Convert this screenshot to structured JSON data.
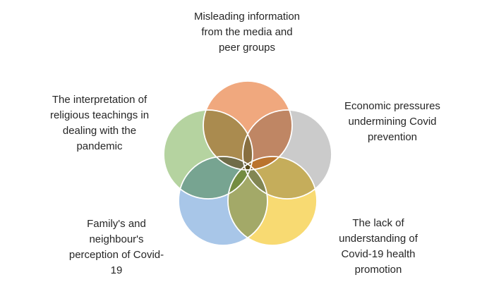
{
  "page": {
    "background_color": "#ffffff",
    "text_color": "#262626"
  },
  "diagram": {
    "type": "venn",
    "style": "five-overlapping-circles",
    "stroke_color": "#ffffff",
    "circles": [
      {
        "id": "misleading-media",
        "position": "top",
        "color": "#F0A87E",
        "label": "Misleading information\nfrom the media and\npeer groups"
      },
      {
        "id": "economic-pressures",
        "position": "upper-right",
        "color": "#CBCBCB",
        "label": "Economic pressures\nundermining Covid\nprevention"
      },
      {
        "id": "lack-of-understanding",
        "position": "lower-right",
        "color": "#F8DA72",
        "label": "The lack of\nunderstanding of\nCovid-19 health\npromotion"
      },
      {
        "id": "family-perception",
        "position": "lower-left",
        "color": "#A8C6E8",
        "label": "Family's and\nneighbour's\nperception of Covid-\n19"
      },
      {
        "id": "religious-teachings",
        "position": "upper-left",
        "color": "#B5D3A0",
        "label": "The interpretation of\nreligious teachings in\ndealing with the\npandemic"
      }
    ]
  }
}
